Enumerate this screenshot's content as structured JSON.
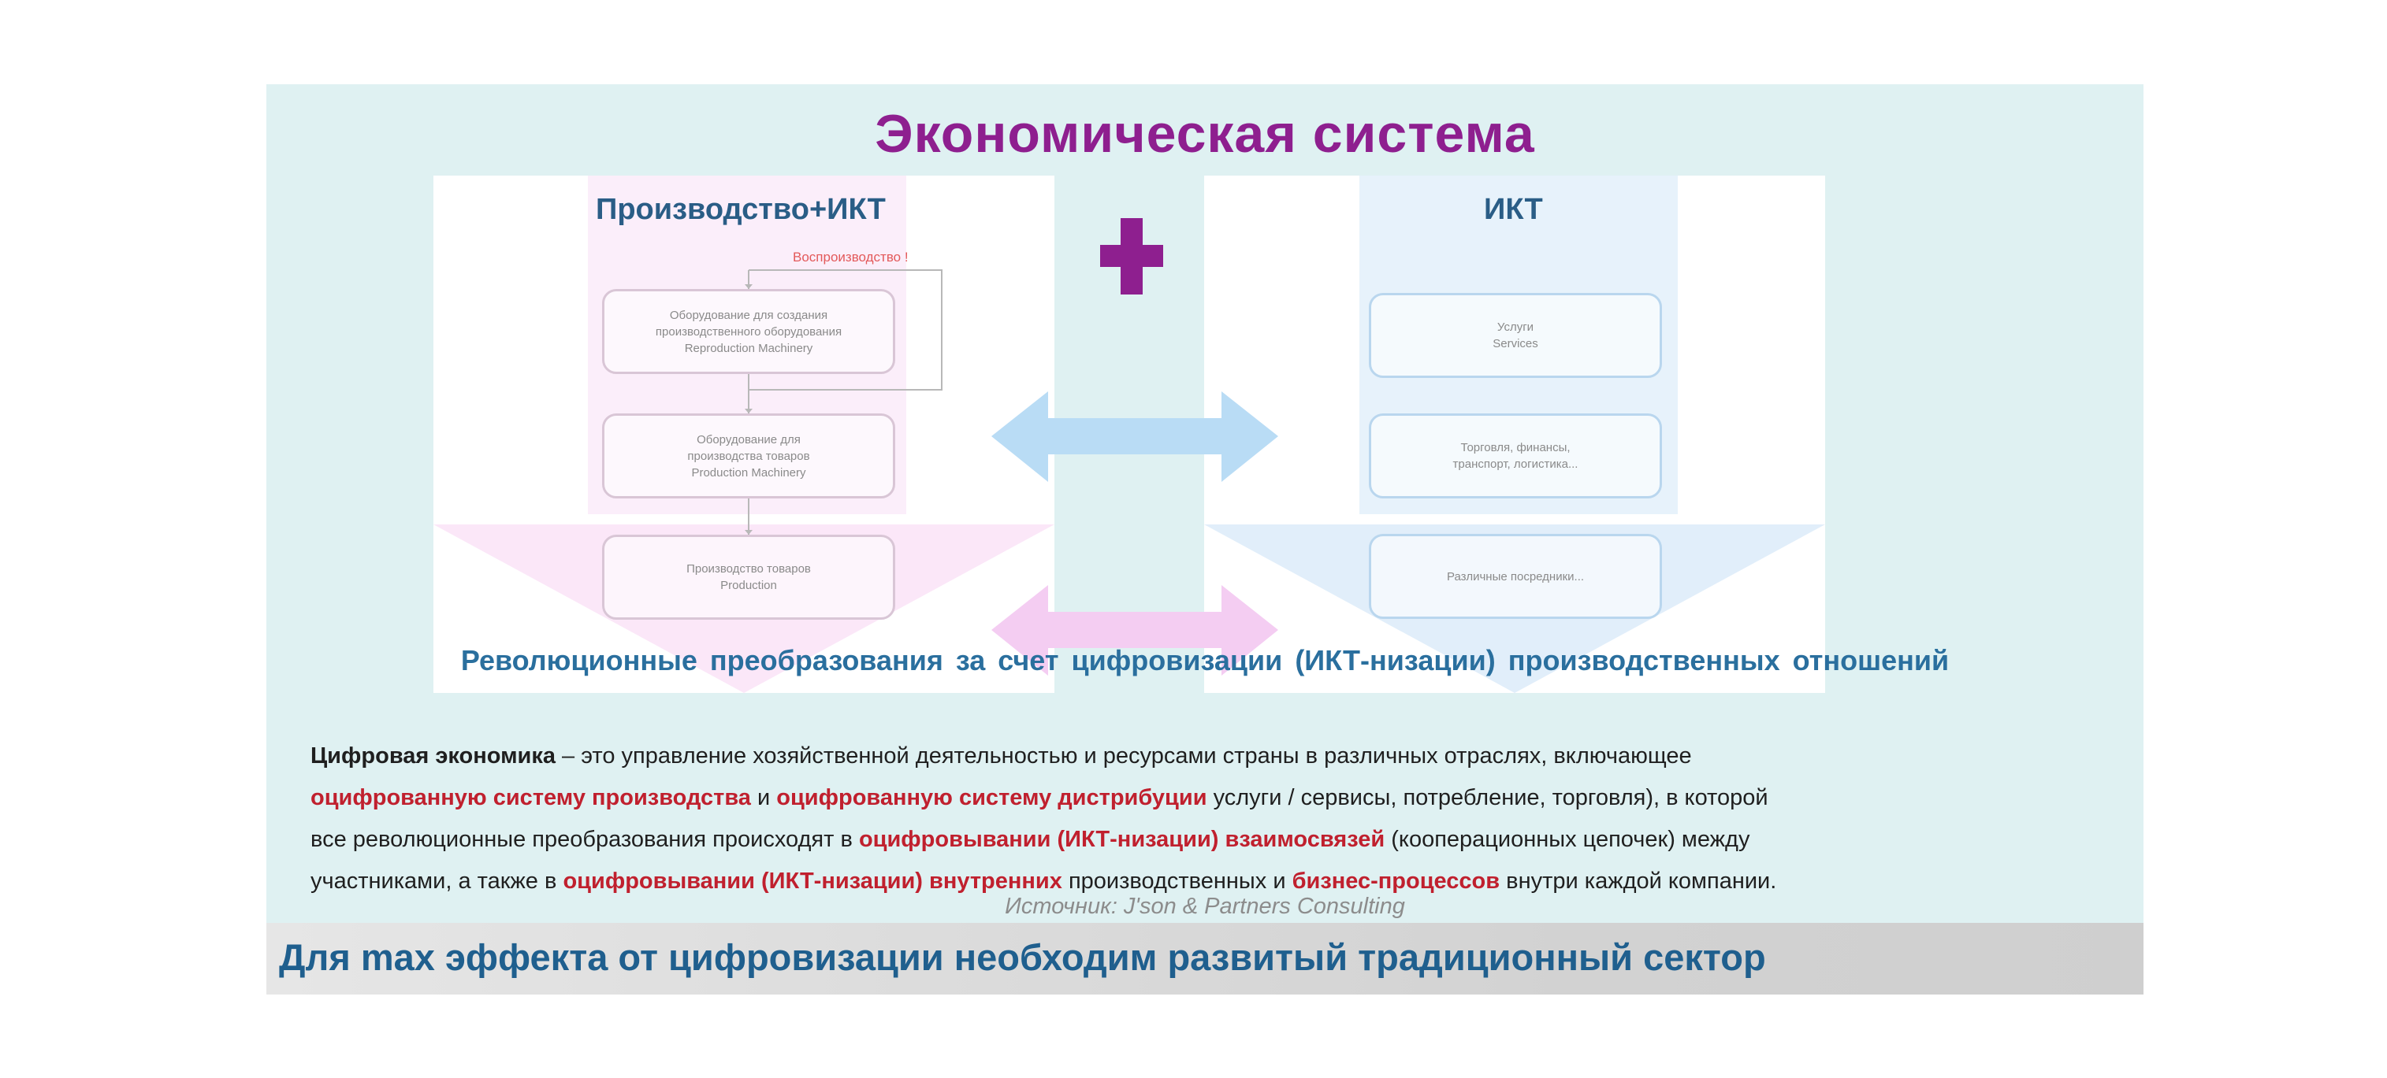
{
  "slide": {
    "title": "Экономическая система",
    "left_panel": {
      "title": "Производство+ИКТ",
      "feedback_label": "Воспроизводство !",
      "boxes": [
        {
          "line1": "Оборудование для создания",
          "line2": "производственного оборудования",
          "line3": "Reproduction Machinery"
        },
        {
          "line1": "Оборудование для",
          "line2": "производства товаров",
          "line3": "Production Machinery"
        },
        {
          "line1": "Производство товаров",
          "line2": "Production",
          "line3": ""
        }
      ]
    },
    "right_panel": {
      "title": "ИКТ",
      "boxes": [
        {
          "line1": "Услуги",
          "line2": "Services"
        },
        {
          "line1": "Торговля, финансы,",
          "line2": "транспорт, логистика..."
        },
        {
          "line1": "Различные посредники...",
          "line2": ""
        }
      ]
    },
    "revolution_text": "Революционные преобразования за счет цифровизации (ИКТ-низации) производственных отношений",
    "definition": {
      "lead": "Цифровая экономика",
      "t1": " – это управление хозяйственной деятельностью и ресурсами страны в различных отраслях, включающее",
      "e1": "оцифрованную систему производства",
      "t2": " и ",
      "e2": "оцифрованную систему дистрибуции",
      "t3": " услуги / сервисы, потребление, торговля), в которой",
      "t4": "все революционные преобразования происходят в ",
      "e3": "оцифровывании (ИКТ-низации) взаимосвязей",
      "t5": " (кооперационных цепочек) между",
      "t6": "участниками, а также в ",
      "e4": "оцифровывании (ИКТ-низации) внутренних",
      "t7": " производственных и ",
      "e5": "бизнес-процессов",
      "t8": " внутри каждой компании."
    },
    "source": "Источник: J'son & Partners Consulting",
    "bottom_text": "Для max эффекта от цифровизации необходим развитый традиционный сектор"
  },
  "colors": {
    "title": "#8e1f8f",
    "plus": "#8e1f8f",
    "accent_blue": "#2a6f9e",
    "emphasis_red": "#c0202e",
    "arrow_blue": "#b9dcf5",
    "arrow_pink": "#f4cdf2",
    "slide_bg": "#dff1f2"
  },
  "icons": [
    "plus-icon",
    "double-arrow-icon",
    "down-arrow-icon"
  ]
}
